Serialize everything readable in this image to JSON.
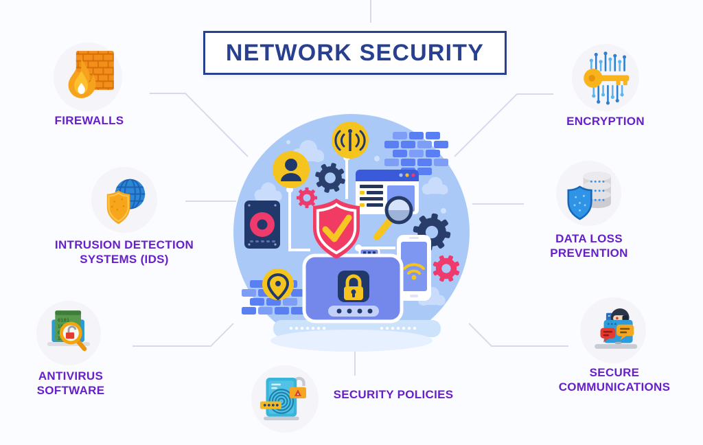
{
  "header": {
    "title": "NETWORK SECURITY"
  },
  "nodes": [
    {
      "id": "firewalls",
      "icon": "firewall-flame-icon",
      "lines": [
        "FIREWALLS"
      ]
    },
    {
      "id": "encryption",
      "icon": "encryption-key-icon",
      "lines": [
        "ENCRYPTION"
      ]
    },
    {
      "id": "intrusion-detection",
      "icon": "globe-shield-icon",
      "lines": [
        "INTRUSION DETECTION",
        "SYSTEMS (IDS)"
      ]
    },
    {
      "id": "data-loss-prevention",
      "icon": "database-shield-icon",
      "lines": [
        "DATA LOSS",
        "PREVENTION"
      ]
    },
    {
      "id": "antivirus-software",
      "icon": "laptop-magnifier-icon",
      "lines": [
        "ANTIVIRUS",
        "SOFTWARE"
      ]
    },
    {
      "id": "secure-communications",
      "icon": "hacker-chat-laptop-icon",
      "lines": [
        "SECURE",
        "COMMUNICATIONS"
      ]
    },
    {
      "id": "security-policies",
      "icon": "document-fingerprint-icon",
      "lines": [
        "SECURITY POLICIES"
      ]
    }
  ],
  "center": {
    "icons": [
      "shield-check-icon",
      "router-lock-icon",
      "password-dots",
      "smartphone-wifi-icon",
      "browser-window-icon",
      "magnifier-icon",
      "gear-icon",
      "brick-wall-icon",
      "antenna-signal-icon",
      "user-badge-icon",
      "location-pin-icon",
      "storage-drive-icon",
      "cloud-icon"
    ]
  },
  "colors": {
    "title_navy": "#28408f",
    "label_purple": "#671fc9",
    "circle_blue": "#aac9f7",
    "brick_blue": "#5a7ff2",
    "accent_yellow": "#f5c41f",
    "accent_pink": "#ee3a6d",
    "navy": "#21386b",
    "background": "#fbfcff"
  }
}
